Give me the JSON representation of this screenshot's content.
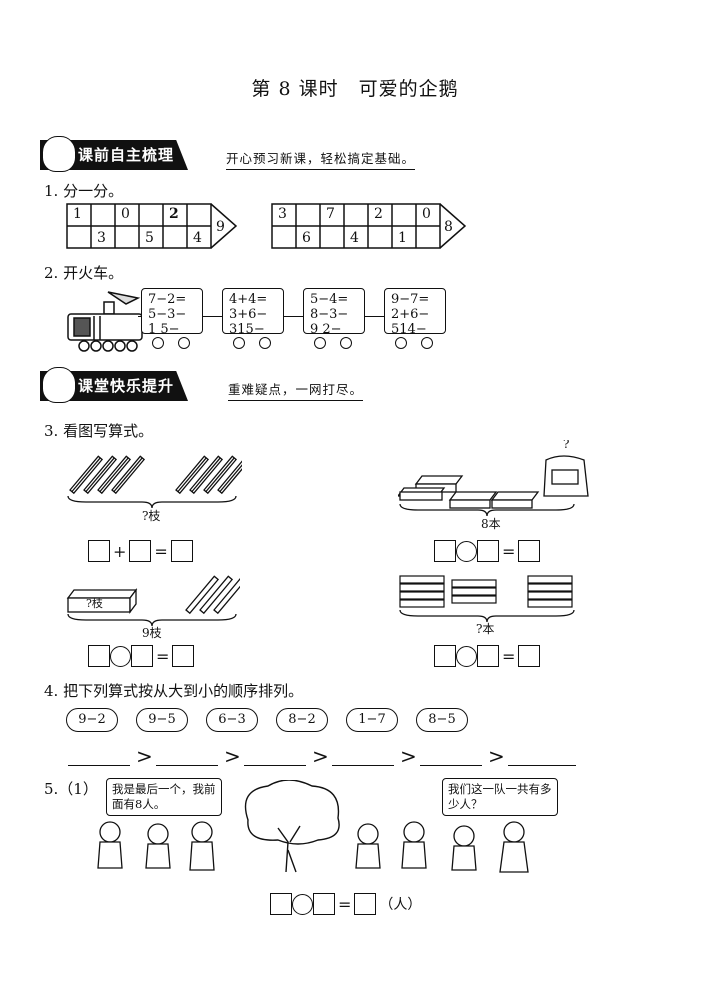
{
  "title": "第 8 课时　可爱的企鹅",
  "section1": {
    "label": "课前自主梳理",
    "tip": "开心预习新课，轻松搞定基础。"
  },
  "section2": {
    "label": "课堂快乐提升",
    "tip": "重难疑点，一网打尽。"
  },
  "q1": {
    "prompt": "1. 分一分。",
    "left": {
      "top": [
        "1",
        "",
        "0",
        "",
        "2",
        ""
      ],
      "bottom": [
        "",
        "3",
        "",
        "5",
        "",
        "4"
      ],
      "target": "9"
    },
    "right": {
      "top": [
        "3",
        "",
        "7",
        "",
        "2",
        "",
        "0"
      ],
      "bottom": [
        "",
        "6",
        "",
        "4",
        "",
        "1",
        ""
      ],
      "target": "8"
    }
  },
  "q2": {
    "prompt": "2. 开火车。",
    "cars": [
      [
        "7−2=",
        "5−3−",
        "1 5−"
      ],
      [
        "4+4=",
        "3+6−",
        "315−"
      ],
      [
        "5−4=",
        "8−3−",
        "9 2−"
      ],
      [
        "9−7=",
        "2+6−",
        "514−"
      ]
    ]
  },
  "q3": {
    "prompt": "3. 看图写算式。",
    "labels": {
      "a": "?枝",
      "b": "8本",
      "c_box": "?枝",
      "c": "9枝",
      "d": "?本"
    },
    "ops": {
      "plus": "+",
      "equals": "="
    }
  },
  "q4": {
    "prompt": "4. 把下列算式按从大到小的顺序排列。",
    "clouds": [
      "9−2",
      "9−5",
      "6−3",
      "8−2",
      "1−7",
      "8−5"
    ],
    "gt": ">"
  },
  "q5": {
    "prompt": "5.（1）",
    "bubble_left": "我是最后一个，我前面有8人。",
    "bubble_right": "我们这一队一共有多少人？",
    "unit": "（人）",
    "question_mark": "?"
  }
}
